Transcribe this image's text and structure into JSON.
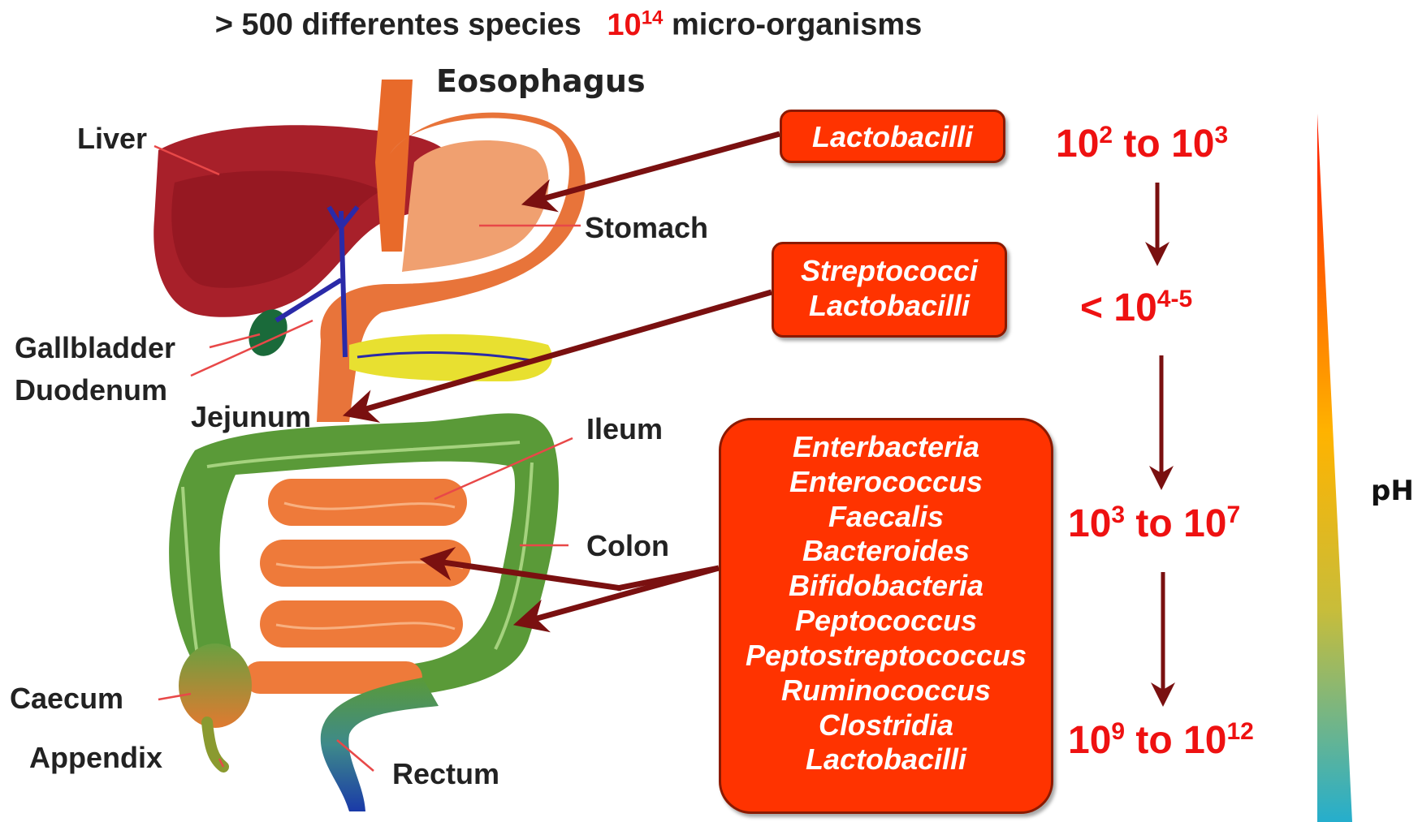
{
  "header": {
    "species": "> 500 differentes species",
    "count_base": "10",
    "count_exp": "14",
    "organisms": "micro-organisms"
  },
  "organs": {
    "esophagus": "Eosophagus",
    "liver": "Liver",
    "stomach": "Stomach",
    "gallbladder": "Gallbladder",
    "duodenum": "Duodenum",
    "jejunum": "Jejunum",
    "ileum": "Ileum",
    "colon": "Colon",
    "caecum": "Caecum",
    "appendix": "Appendix",
    "rectum": "Rectum"
  },
  "boxes": {
    "stomach": [
      "Lactobacilli"
    ],
    "jejunum": [
      "Streptococci",
      "Lactobacilli"
    ],
    "colon": [
      "Enterbacteria",
      "Enterococcus",
      "Faecalis",
      "Bacteroides",
      "Bifidobacteria",
      "Peptococcus",
      "Peptostreptococcus",
      "Ruminococcus",
      "Clostridia",
      "Lactobacilli"
    ]
  },
  "counts": {
    "c1": {
      "base1": "10",
      "exp1": "2",
      "to": " to ",
      "base2": "10",
      "exp2": "3"
    },
    "c2": {
      "prefix": "< 10",
      "exp": "4-5"
    },
    "c3": {
      "base1": "10",
      "exp1": "3",
      "to": " to ",
      "base2": "10",
      "exp2": "7"
    },
    "c4": {
      "base1": "10",
      "exp1": "9",
      "to": " to ",
      "base2": "10",
      "exp2": "12"
    }
  },
  "ph_label": "pH",
  "colors": {
    "box_fill": "#ff3300",
    "count_text": "#ee1111",
    "arrow": "#7a1010",
    "colon_green": "#5a9a38",
    "small_intestine": "#ee7a3a",
    "liver": "#a8202a",
    "stomach": "#f0a070",
    "ph_gradient": [
      "#ff2a00",
      "#ffb300",
      "#cbbf3a",
      "#2ab0c8"
    ]
  }
}
